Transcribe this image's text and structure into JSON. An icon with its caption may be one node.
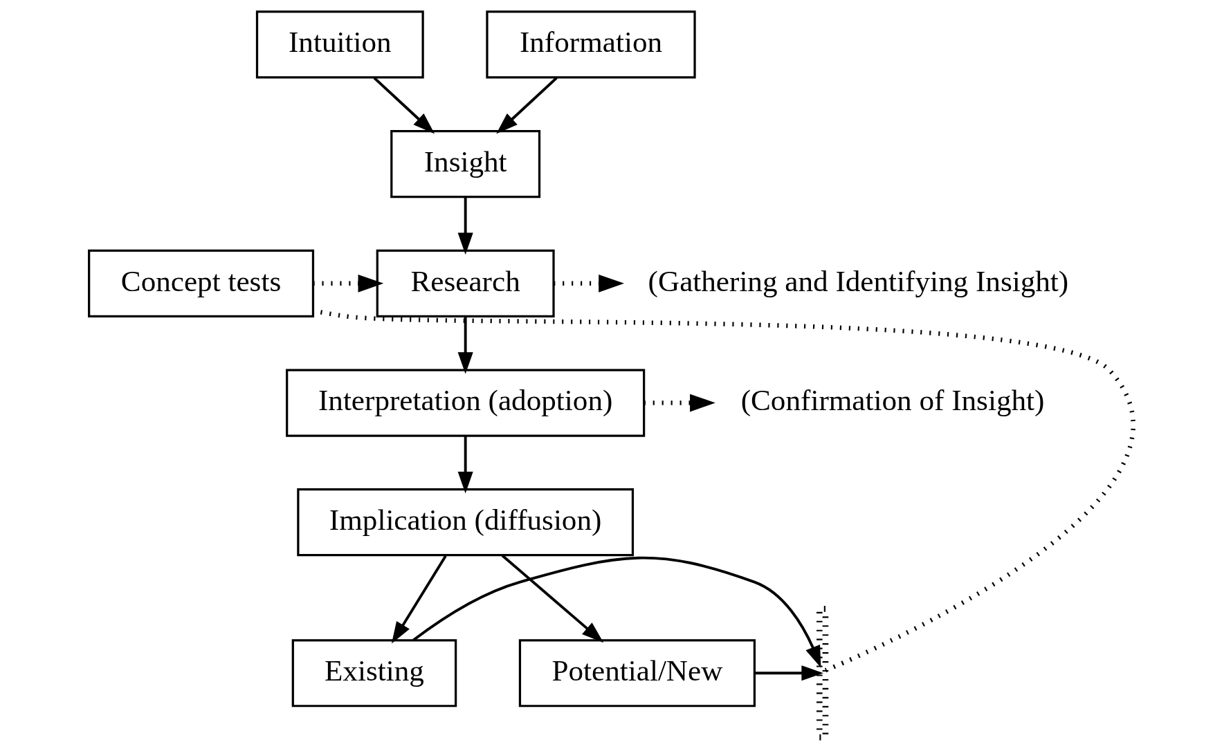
{
  "diagram": {
    "nodes": [
      {
        "text": [
          "Intuition"
        ]
      },
      {
        "text": [
          "Information"
        ]
      },
      {
        "text": [
          "Insight"
        ]
      },
      {
        "text": [
          "Concept tests"
        ]
      },
      {
        "text": [
          "Research"
        ]
      },
      {
        "text": [
          "(Gathering and Identifying Insight)"
        ]
      },
      {
        "text": [
          "Interpretation (adoption)"
        ]
      },
      {
        "text": [
          "(Confirmation of Insight)"
        ]
      },
      {
        "text": [
          "Implication (diffusion)"
        ]
      },
      {
        "text": [
          "Existing"
        ]
      },
      {
        "text": [
          "Potential/New"
        ]
      },
      {
        "text": [],
        "shape": "bar"
      }
    ],
    "edges": [
      {
        "from": 0,
        "to": 2,
        "arrow": "to"
      },
      {
        "from": 1,
        "to": 2,
        "arrow": "to"
      },
      {
        "from": 2,
        "to": 4,
        "arrow": "to"
      },
      {
        "from": 3,
        "to": 4,
        "arrow": "to",
        "style": "dashed"
      },
      {
        "from": 4,
        "to": 5,
        "arrow": "to",
        "style": "dashed"
      },
      {
        "from": 4,
        "to": 6,
        "arrow": "to"
      },
      {
        "from": 6,
        "to": 7,
        "arrow": "to",
        "style": "dashed"
      },
      {
        "from": 6,
        "to": 8,
        "arrow": "to"
      },
      {
        "from": 8,
        "to": 9,
        "arrow": "to"
      },
      {
        "from": 8,
        "to": 10,
        "arrow": "to"
      },
      {
        "from": 9,
        "to": 11,
        "arrow": "to"
      },
      {
        "from": 10,
        "to": 11,
        "arrow": "to"
      },
      {
        "from": 11,
        "to": 3,
        "arrow": "none",
        "style": "dashed"
      }
    ]
  }
}
